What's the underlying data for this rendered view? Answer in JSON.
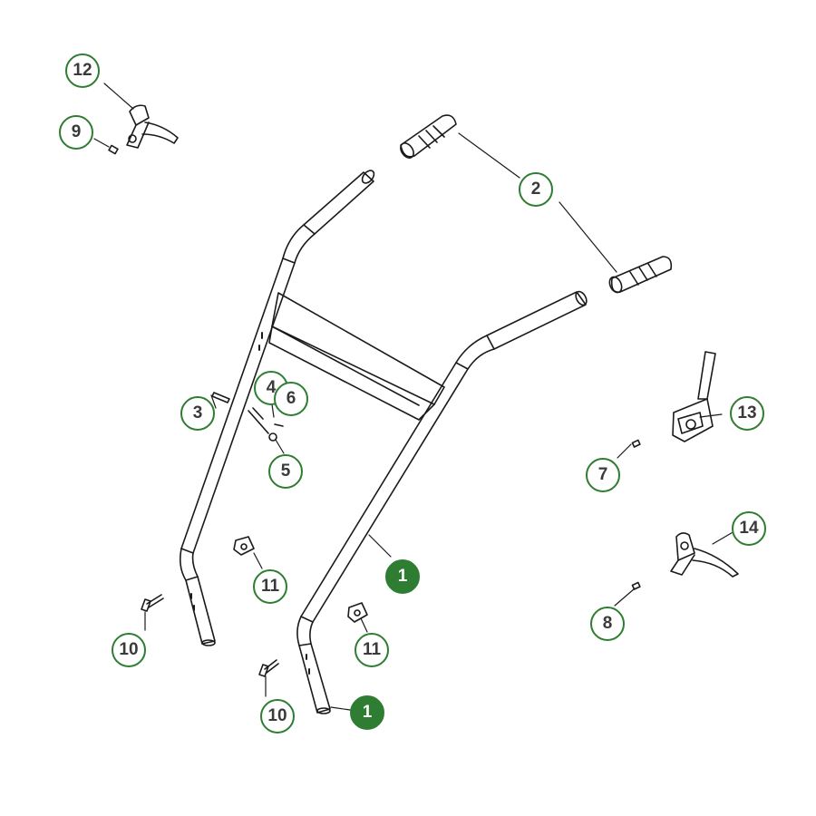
{
  "callouts": {
    "c12": "12",
    "c9": "9",
    "c2": "2",
    "c3": "3",
    "c4": "4",
    "c6": "6",
    "c5": "5",
    "c13": "13",
    "c7": "7",
    "c1a": "1",
    "c14": "14",
    "c11a": "11",
    "c11b": "11",
    "c8": "8",
    "c10a": "10",
    "c10b": "10",
    "c1b": "1"
  },
  "colors": {
    "callout_outline": "#2e7d32",
    "callout_filled": "#2e7d32",
    "line_art": "#1a1a1a"
  }
}
